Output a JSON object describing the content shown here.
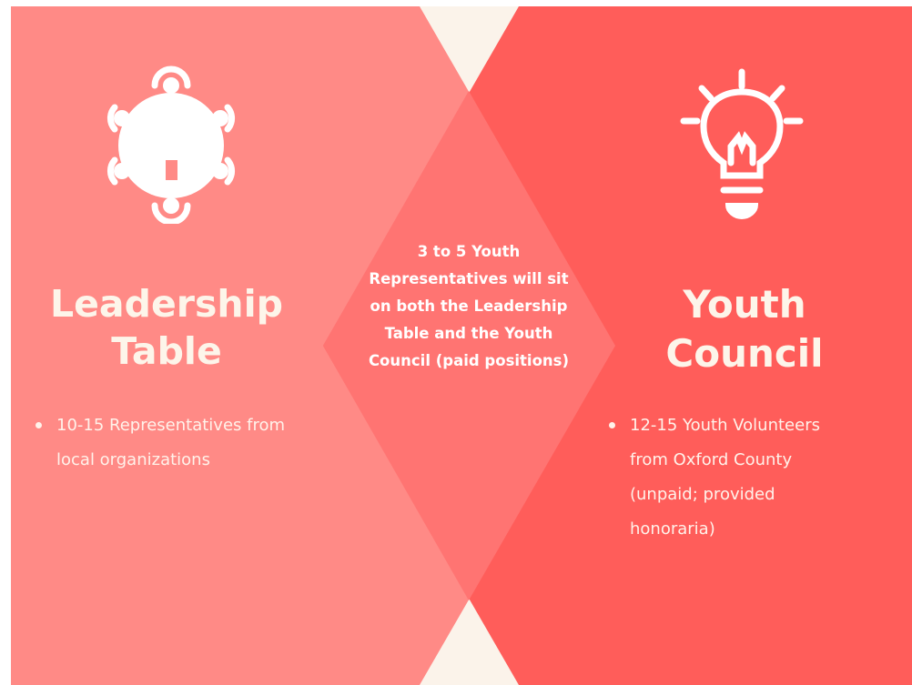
{
  "colors": {
    "background_cream": "#fbf3ea",
    "left_panel": "#ff8a86",
    "right_panel": "#ff5d5a",
    "overlap": "#ff7472",
    "text_light": "#fdf5ea"
  },
  "left": {
    "icon": "round-table-icon",
    "heading_line1": "Leadership",
    "heading_line2": "Table",
    "bullets": [
      {
        "text": "10-15 Representatives from local organizations"
      }
    ]
  },
  "center": {
    "text": "3 to 5 Youth Representatives will sit on both the Leadership Table and the Youth Council (paid positions)"
  },
  "right": {
    "icon": "light-bulb-icon",
    "heading_line1": "Youth",
    "heading_line2": "Council",
    "bullets": [
      {
        "text": "12-15 Youth Volunteers from Oxford County (unpaid; provided honoraria)"
      }
    ]
  }
}
